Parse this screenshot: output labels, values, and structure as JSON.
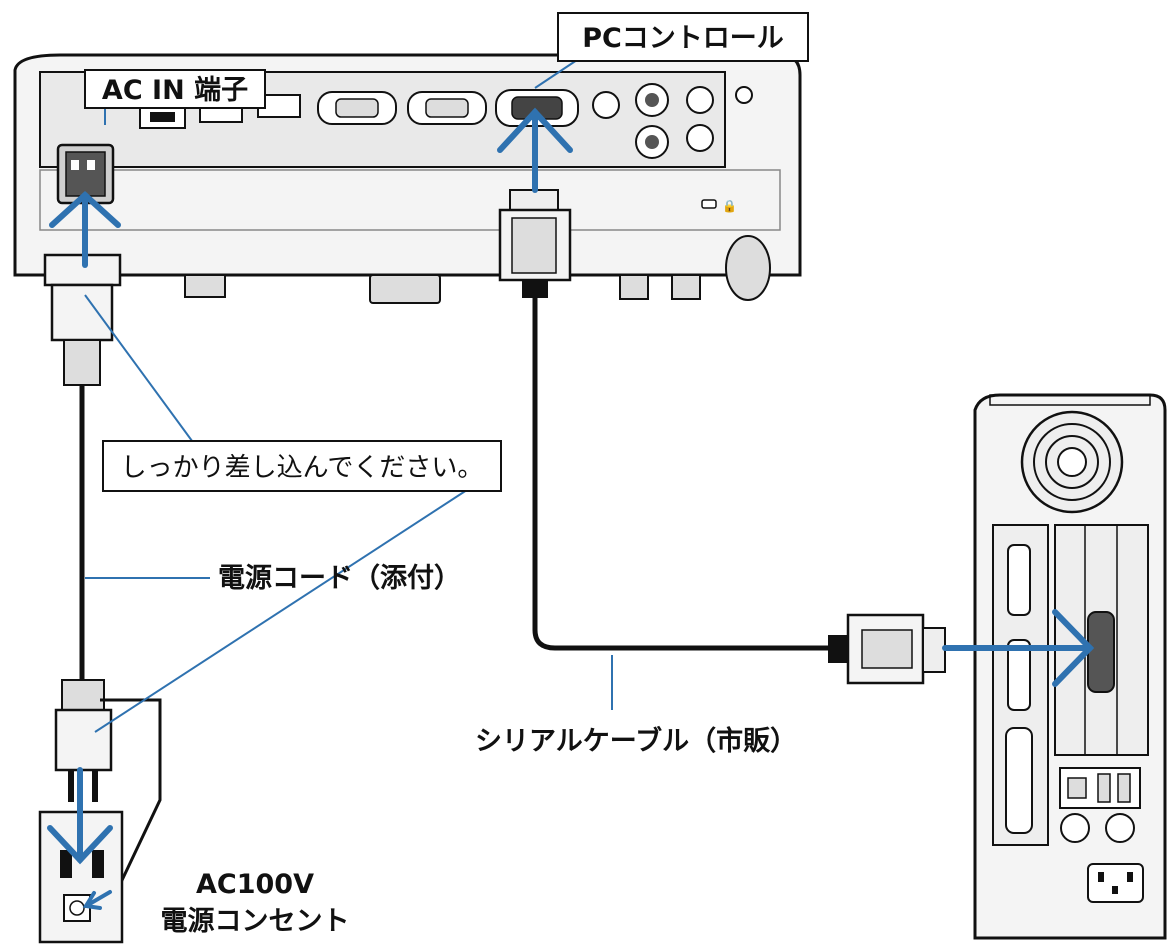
{
  "labels": {
    "pc_control": "PCコントロール",
    "ac_in": "AC IN 端子",
    "insert_firmly": "しっかり差し込んでください。",
    "power_cord": "電源コード（添付）",
    "serial_cable": "シリアルケーブル（市販）",
    "outlet_voltage": "AC100V",
    "outlet_name": "電源コンセント"
  },
  "colors": {
    "arrow": "#2f72b0",
    "line": "#111111",
    "device_fill": "#f4f4f4",
    "panel_fill": "#e9e9e9"
  }
}
